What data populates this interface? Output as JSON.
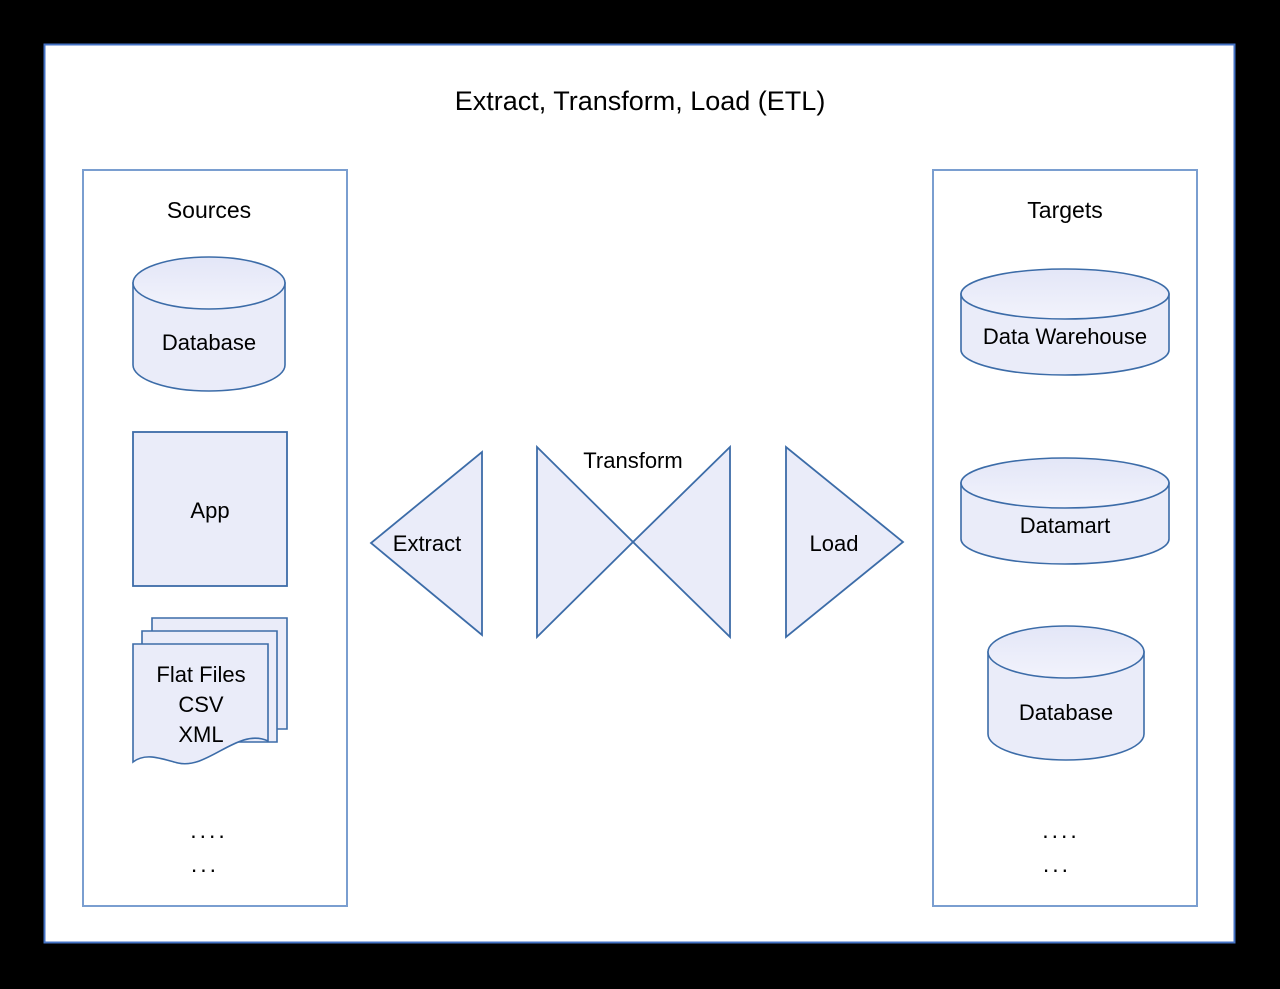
{
  "diagram": {
    "type": "flow",
    "title": "Extract, Transform, Load (ETL)",
    "colors": {
      "page_background": "#000000",
      "canvas_background": "#ffffff",
      "canvas_border": "#4472c4",
      "shape_fill": "#eaecf9",
      "shape_stroke": "#3c6ca8",
      "panel_fill": "#ffffff",
      "panel_stroke": "#7a9ed0",
      "text": "#000000"
    },
    "panels": [
      {
        "id": "sources",
        "title": "Sources",
        "nodes": [
          {
            "id": "source-database",
            "label": "Database",
            "shape": "cylinder"
          },
          {
            "id": "source-app",
            "label": "App",
            "shape": "rectangle"
          },
          {
            "id": "source-flat-files",
            "shape": "multi-document",
            "label_lines": [
              "Flat Files",
              "CSV",
              "XML"
            ]
          }
        ],
        "ellipsis": [
          "....",
          "..."
        ]
      },
      {
        "id": "targets",
        "title": "Targets",
        "nodes": [
          {
            "id": "target-data-warehouse",
            "label": "Data Warehouse",
            "shape": "cylinder"
          },
          {
            "id": "target-datamart",
            "label": "Datamart",
            "shape": "cylinder"
          },
          {
            "id": "target-database",
            "label": "Database",
            "shape": "cylinder"
          }
        ],
        "ellipsis": [
          "....",
          "..."
        ]
      }
    ],
    "stages": [
      {
        "id": "extract",
        "label": "Extract",
        "shape": "triangle-left"
      },
      {
        "id": "transform",
        "label": "Transform",
        "shape": "bowtie"
      },
      {
        "id": "load",
        "label": "Load",
        "shape": "triangle-right"
      }
    ]
  }
}
